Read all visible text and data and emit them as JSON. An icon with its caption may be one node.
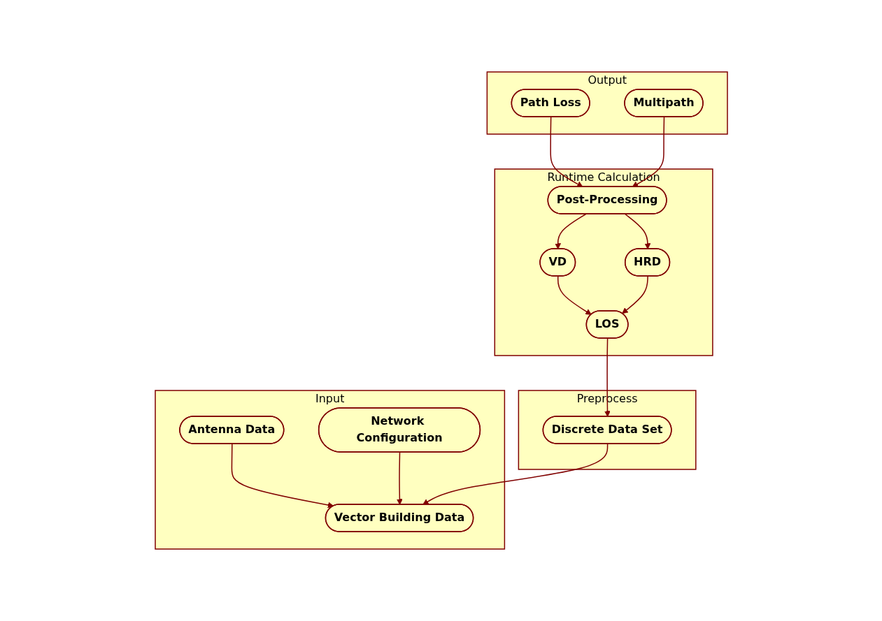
{
  "diagram": {
    "nodes": [
      {
        "text": [
          "Input"
        ]
      },
      {
        "text": [
          "Vector Building Data"
        ],
        "in": 0
      },
      {
        "text": [
          "Antenna Data"
        ],
        "in": 0
      },
      {
        "text": [
          "Network Configuration"
        ],
        "in": 0
      },
      {
        "text": [
          "Preprocess"
        ]
      },
      {
        "text": [
          "Discrete Data Set"
        ],
        "in": 4
      },
      {
        "text": [
          "Runtime Calculation"
        ]
      },
      {
        "text": [
          "LOS"
        ],
        "in": 6
      },
      {
        "text": [
          "VD"
        ],
        "in": 6
      },
      {
        "text": [
          "HRD"
        ],
        "in": 6
      },
      {
        "text": [
          "Post-Processing"
        ],
        "in": 6
      },
      {
        "text": [
          "Output"
        ]
      },
      {
        "text": [
          "Path Loss"
        ],
        "in": 11
      },
      {
        "text": [
          "Multipath"
        ],
        "in": 11
      }
    ],
    "edges": [
      {
        "from": 2,
        "to": 1,
        "arrow": "to"
      },
      {
        "from": 3,
        "to": 1,
        "arrow": "to"
      },
      {
        "from": 5,
        "to": 1,
        "arrow": "to"
      },
      {
        "from": 7,
        "to": 5,
        "arrow": "to"
      },
      {
        "from": 8,
        "to": 7,
        "arrow": "to"
      },
      {
        "from": 9,
        "to": 7,
        "arrow": "to"
      },
      {
        "from": 10,
        "to": 9,
        "arrow": "to"
      },
      {
        "from": 10,
        "to": 8,
        "arrow": "to"
      },
      {
        "from": 12,
        "to": 10,
        "arrow": "to"
      },
      {
        "from": 13,
        "to": 10,
        "arrow": "to"
      }
    ]
  }
}
